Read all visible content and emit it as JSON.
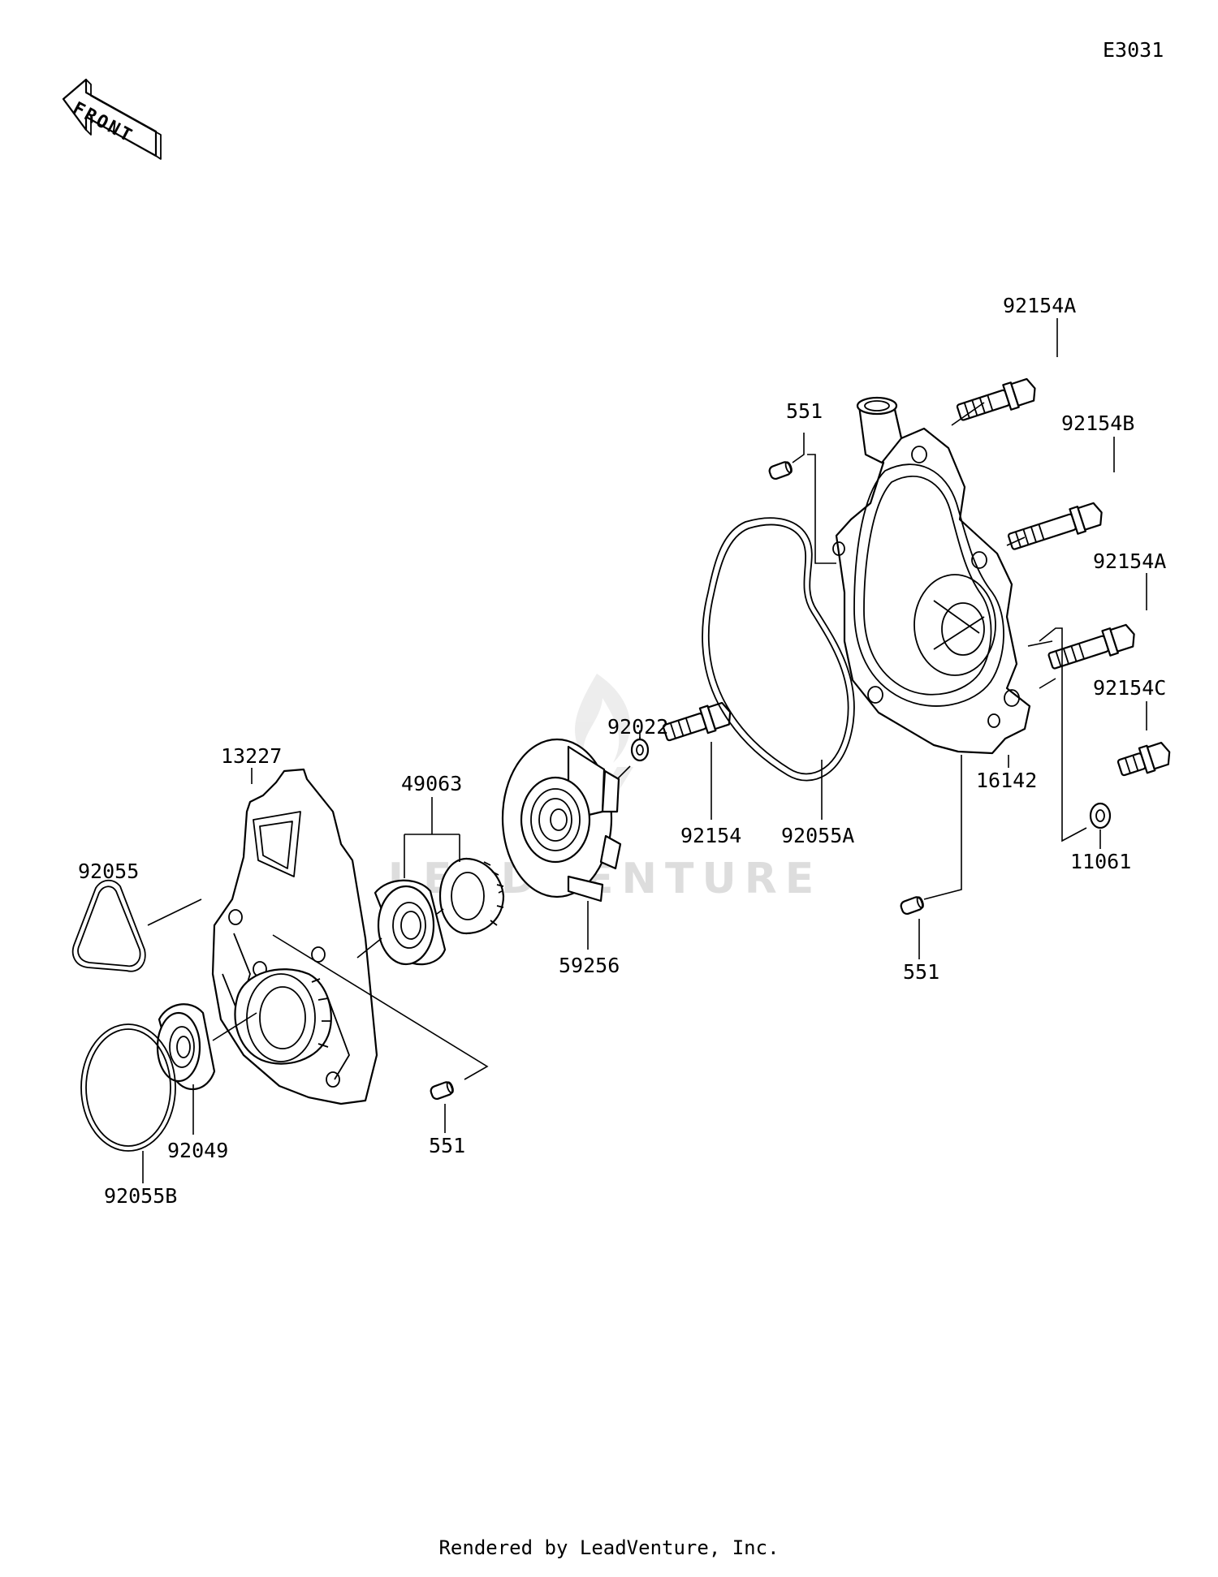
{
  "diagram": {
    "code": "E3031",
    "front_label": "FRONT",
    "footer": "Rendered by LeadVenture, Inc.",
    "watermark": "LEADVENTURE",
    "parts": [
      {
        "id": "p-92154A-top",
        "label": "92154A"
      },
      {
        "id": "p-551-top",
        "label": "551"
      },
      {
        "id": "p-92154B",
        "label": "92154B"
      },
      {
        "id": "p-92154A-mid",
        "label": "92154A"
      },
      {
        "id": "p-92154C",
        "label": "92154C"
      },
      {
        "id": "p-92022",
        "label": "92022"
      },
      {
        "id": "p-13227",
        "label": "13227"
      },
      {
        "id": "p-49063",
        "label": "49063"
      },
      {
        "id": "p-92154",
        "label": "92154"
      },
      {
        "id": "p-92055A",
        "label": "92055A"
      },
      {
        "id": "p-16142",
        "label": "16142"
      },
      {
        "id": "p-11061",
        "label": "11061"
      },
      {
        "id": "p-92055",
        "label": "92055"
      },
      {
        "id": "p-59256",
        "label": "59256"
      },
      {
        "id": "p-551-right",
        "label": "551"
      },
      {
        "id": "p-92049",
        "label": "92049"
      },
      {
        "id": "p-551-bottom",
        "label": "551"
      },
      {
        "id": "p-92055B",
        "label": "92055B"
      }
    ]
  }
}
